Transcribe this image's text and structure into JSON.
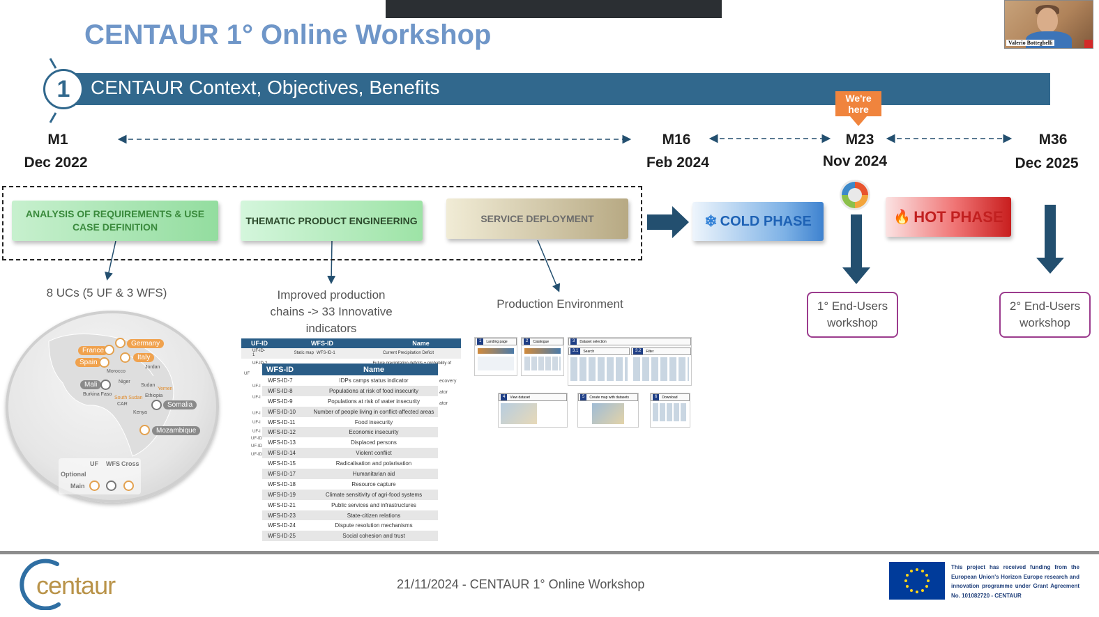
{
  "slide": {
    "title": "CENTAUR 1° Online Workshop",
    "section_number": "1",
    "section_title": "CENTAUR Context, Objectives, Benefits"
  },
  "video": {
    "participant_name": "Valerio Botteghelli"
  },
  "timeline": {
    "milestones": [
      {
        "month": "M1",
        "date": "Dec 2022"
      },
      {
        "month": "M16",
        "date": "Feb 2024"
      },
      {
        "month": "M23",
        "date": "Nov 2024"
      },
      {
        "month": "M36",
        "date": "Dec 2025"
      }
    ],
    "current_marker": "We're here"
  },
  "phases": {
    "analysis": "ANALYSIS OF REQUIREMENTS & USE CASE DEFINITION",
    "thematic": "THEMATIC PRODUCT ENGINEERING",
    "deployment": "SERVICE DEPLOYMENT",
    "cold": "COLD PHASE",
    "hot": "HOT PHASE"
  },
  "outputs": {
    "use_cases": "8 UCs (5 UF & 3 WFS)",
    "production": "Improved production chains -> 33 Innovative indicators",
    "environment": "Production Environment",
    "workshop1": "1° End-Users workshop",
    "workshop2": "2° End-Users workshop"
  },
  "map": {
    "countries": [
      "France",
      "Germany",
      "Spain",
      "Italy",
      "Mali",
      "Somalia",
      "Mozambique"
    ],
    "minor_labels": [
      "Jordan",
      "Morocco",
      "Niger",
      "Sudan",
      "Yemen",
      "Burkina Faso",
      "South Sudan",
      "Ethiopia",
      "CAR",
      "Kenya"
    ],
    "legend": {
      "col1": "UF",
      "col2": "WFS",
      "col3": "Cross",
      "row1": "Optional",
      "row2": "Main"
    }
  },
  "uf_table": {
    "headers": [
      "UF-ID",
      "WFS-ID",
      "Name"
    ],
    "rows": [
      {
        "uf": "UF-ID-1",
        "name": "Static map",
        "wfs": "WFS-ID-1",
        "wfs_name": "Current Precipitation Deficit"
      },
      {
        "uf": "UF-ID-2",
        "name": "",
        "wfs": "",
        "wfs_name": "Future precipitation deficits + probability of"
      }
    ],
    "right_fragments": [
      "ecovery",
      "ator",
      "ator"
    ],
    "left_ids": [
      "UF",
      "UF-I",
      "UF-I",
      "UF-I",
      "UF-I",
      "UF-I",
      "UF-ID",
      "UF-ID",
      "UF-ID"
    ]
  },
  "wfs_table": {
    "headers": [
      "WFS-ID",
      "Name"
    ],
    "rows": [
      {
        "id": "WFS-ID-7",
        "name": "IDPs camps status indicator"
      },
      {
        "id": "WFS-ID-8",
        "name": "Populations at risk of food insecurity"
      },
      {
        "id": "WFS-ID-9",
        "name": "Populations at risk of water insecurity"
      },
      {
        "id": "WFS-ID-10",
        "name": "Number of people living in conflict-affected areas"
      },
      {
        "id": "WFS-ID-11",
        "name": "Food insecurity"
      },
      {
        "id": "WFS-ID-12",
        "name": "Economic insecurity"
      },
      {
        "id": "WFS-ID-13",
        "name": "Displaced persons"
      },
      {
        "id": "WFS-ID-14",
        "name": "Violent conflict"
      },
      {
        "id": "WFS-ID-15",
        "name": "Radicalisation and polarisation"
      },
      {
        "id": "WFS-ID-17",
        "name": "Humanitarian aid"
      },
      {
        "id": "WFS-ID-18",
        "name": "Resource capture"
      },
      {
        "id": "WFS-ID-19",
        "name": "Climate sensitivity of agri-food systems"
      },
      {
        "id": "WFS-ID-21",
        "name": "Public services and infrastructures"
      },
      {
        "id": "WFS-ID-23",
        "name": "State-citizen relations"
      },
      {
        "id": "WFS-ID-24",
        "name": "Dispute resolution mechanisms"
      },
      {
        "id": "WFS-ID-25",
        "name": "Social cohesion and trust"
      }
    ]
  },
  "screens": [
    {
      "num": "1",
      "label": "Landing page"
    },
    {
      "num": "2",
      "label": "Catalogue"
    },
    {
      "num": "3",
      "label": "Dataset selection"
    },
    {
      "num": "3.1",
      "label": "Search"
    },
    {
      "num": "3.2",
      "label": "Filter"
    },
    {
      "num": "4",
      "label": "View dataset"
    },
    {
      "num": "5",
      "label": "Create map with datasets"
    },
    {
      "num": "6",
      "label": "Download"
    }
  ],
  "footer": {
    "text": "21/11/2024 - CENTAUR 1° Online Workshop",
    "logo": "centaur",
    "eu_text": "This project has received funding from the European Union's Horizon Europe research and innovation programme under Grant Agreement No. 101082720 - CENTAUR"
  },
  "colors": {
    "banner": "#31688d",
    "title": "#6f96c8",
    "marker": "#f0843d",
    "workshop_border": "#9b3b8d",
    "arrow": "#234f6f"
  }
}
